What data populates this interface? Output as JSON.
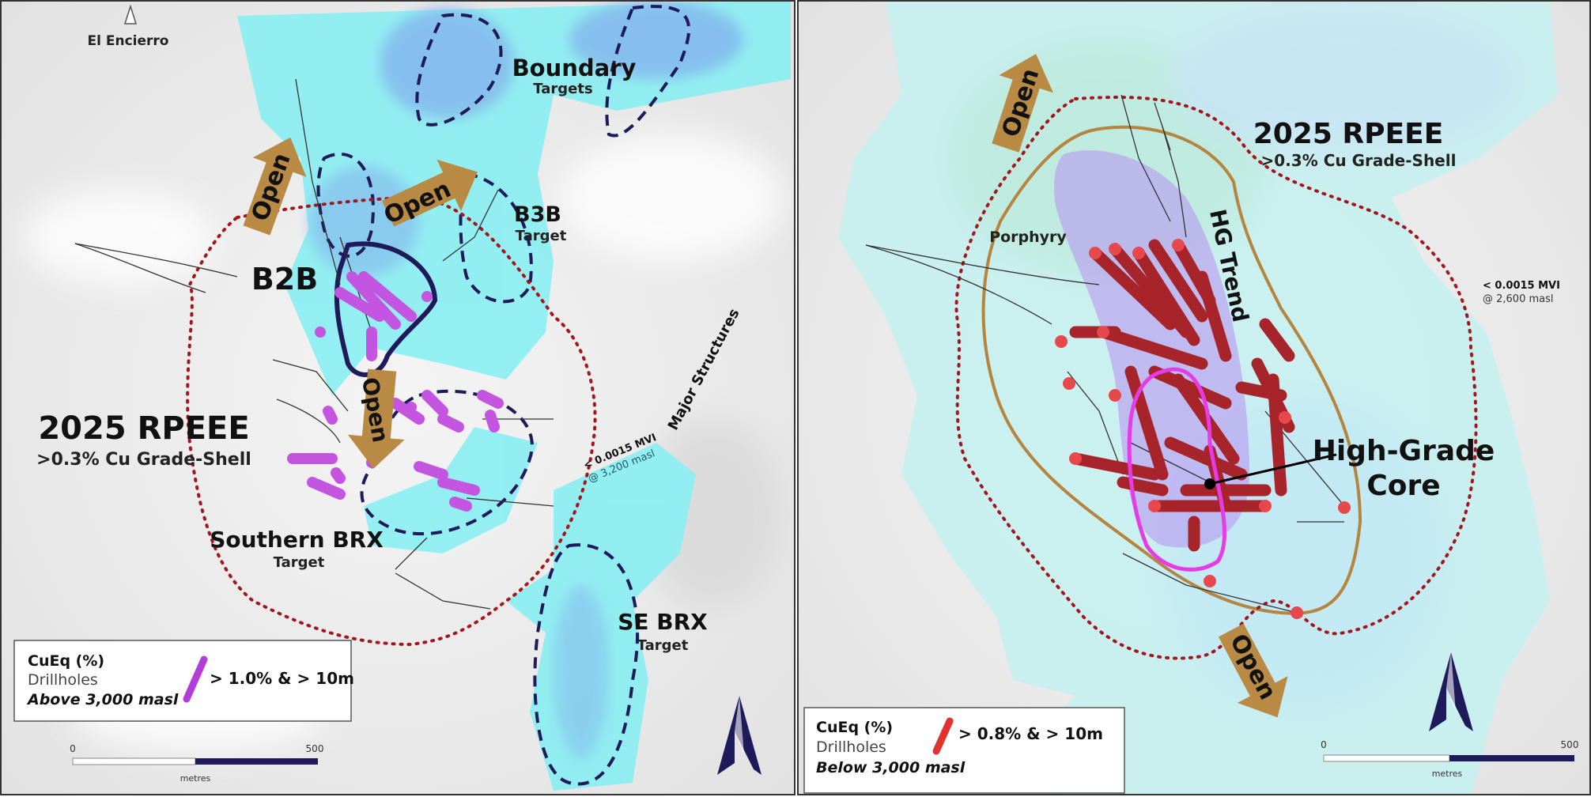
{
  "colors": {
    "anomaly_cyan": "#8eeef2",
    "anomaly_blue": "#7fb2ee",
    "grade_shell_dotted": "#a3171c",
    "target_dashed": "#1f1a5a",
    "open_arrow": "#b88a44",
    "drill_purple": "#c455e0",
    "drill_red": "#d9363a",
    "hg_core_magenta": "#e53de6",
    "hg_trend_purple": "#b690f0",
    "rpeee_outline_tan": "#b5853f",
    "north_arrow": "#1f1a5a"
  },
  "left_panel": {
    "place_label": "El Encierro",
    "targets": [
      {
        "name": "Boundary",
        "sub": "Targets"
      },
      {
        "name": "B3B",
        "sub": "Target"
      },
      {
        "name": "Southern BRX",
        "sub": "Target"
      },
      {
        "name": "SE BRX",
        "sub": "Target"
      }
    ],
    "zone_label": "B2B",
    "open_labels": [
      "Open",
      "Open",
      "Open"
    ],
    "rpeee_title": "2025 RPEEE",
    "rpeee_sub": ">0.3% Cu Grade-Shell",
    "structures_label": "Major Structures",
    "mvi_label": "< 0.0015 MVI",
    "mvi_elev": "@ 3,200 masl",
    "legend": {
      "title": "CuEq (%)",
      "line2": "Drillholes",
      "line3": "Above 3,000 masl",
      "item": "> 1.0% & > 10m"
    },
    "scale": {
      "start": "0",
      "end": "500",
      "unit": "metres"
    }
  },
  "right_panel": {
    "rpeee_title": "2025 RPEEE",
    "rpeee_sub": ">0.3% Cu Grade-Shell",
    "porphyry_label": "Porphyry",
    "trend_label": "HG Trend",
    "core_label_1": "High-Grade",
    "core_label_2": "Core",
    "open_labels": [
      "Open",
      "Open"
    ],
    "mvi_label": "< 0.0015 MVI",
    "mvi_elev": "@ 2,600 masl",
    "legend": {
      "title": "CuEq (%)",
      "line2": "Drillholes",
      "line3": "Below 3,000 masl",
      "item": "> 0.8% & > 10m"
    },
    "scale": {
      "start": "0",
      "end": "500",
      "unit": "metres"
    }
  }
}
